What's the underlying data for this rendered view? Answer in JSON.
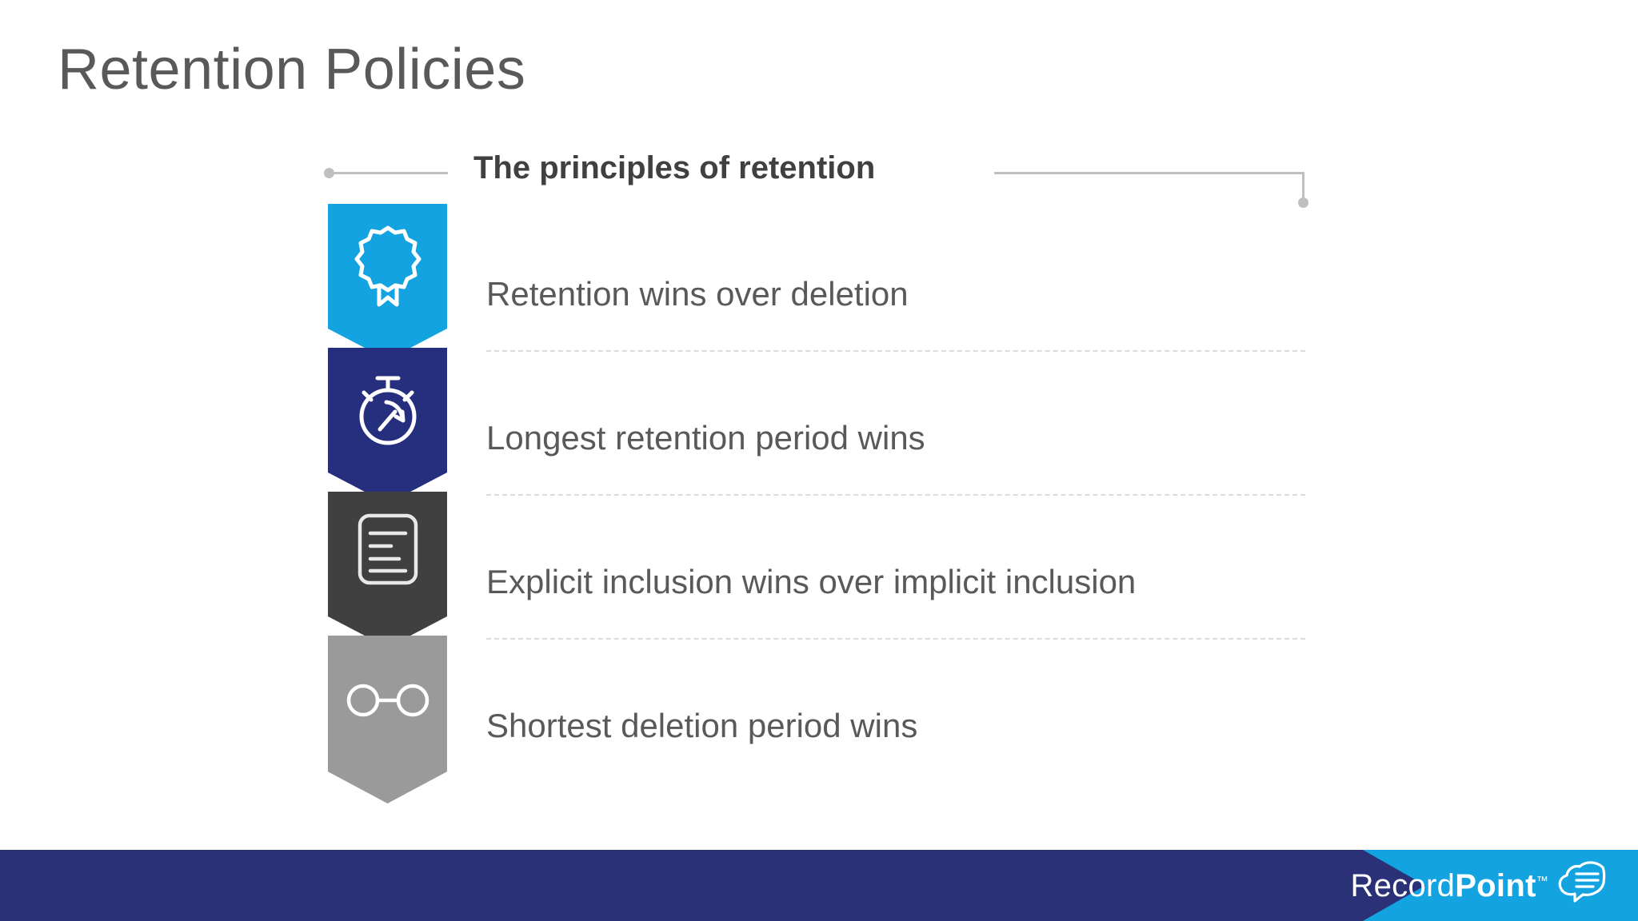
{
  "slide": {
    "title": "Retention Policies",
    "background_color": "#ffffff"
  },
  "section": {
    "heading": "The principles of retention",
    "heading_color": "#404040",
    "connector_color": "#bfbfbf"
  },
  "principles": [
    {
      "text": "Retention wins over deletion",
      "icon": "award-ribbon-icon",
      "chevron_color": "#12A3E0"
    },
    {
      "text": "Longest retention period wins",
      "icon": "stopwatch-icon",
      "chevron_color": "#262F7E"
    },
    {
      "text": "Explicit inclusion wins over implicit inclusion",
      "icon": "document-lines-icon",
      "chevron_color": "#404040"
    },
    {
      "text": "Shortest deletion period wins",
      "icon": "link-nodes-icon",
      "chevron_color": "#9A9A9A"
    }
  ],
  "footer": {
    "brand_first": "Record",
    "brand_second": "Point",
    "trademark": "™",
    "bar_color": "#2A3176",
    "accent_color": "#12A3E0",
    "logo_icon": "recordpoint-cloud-icon"
  }
}
